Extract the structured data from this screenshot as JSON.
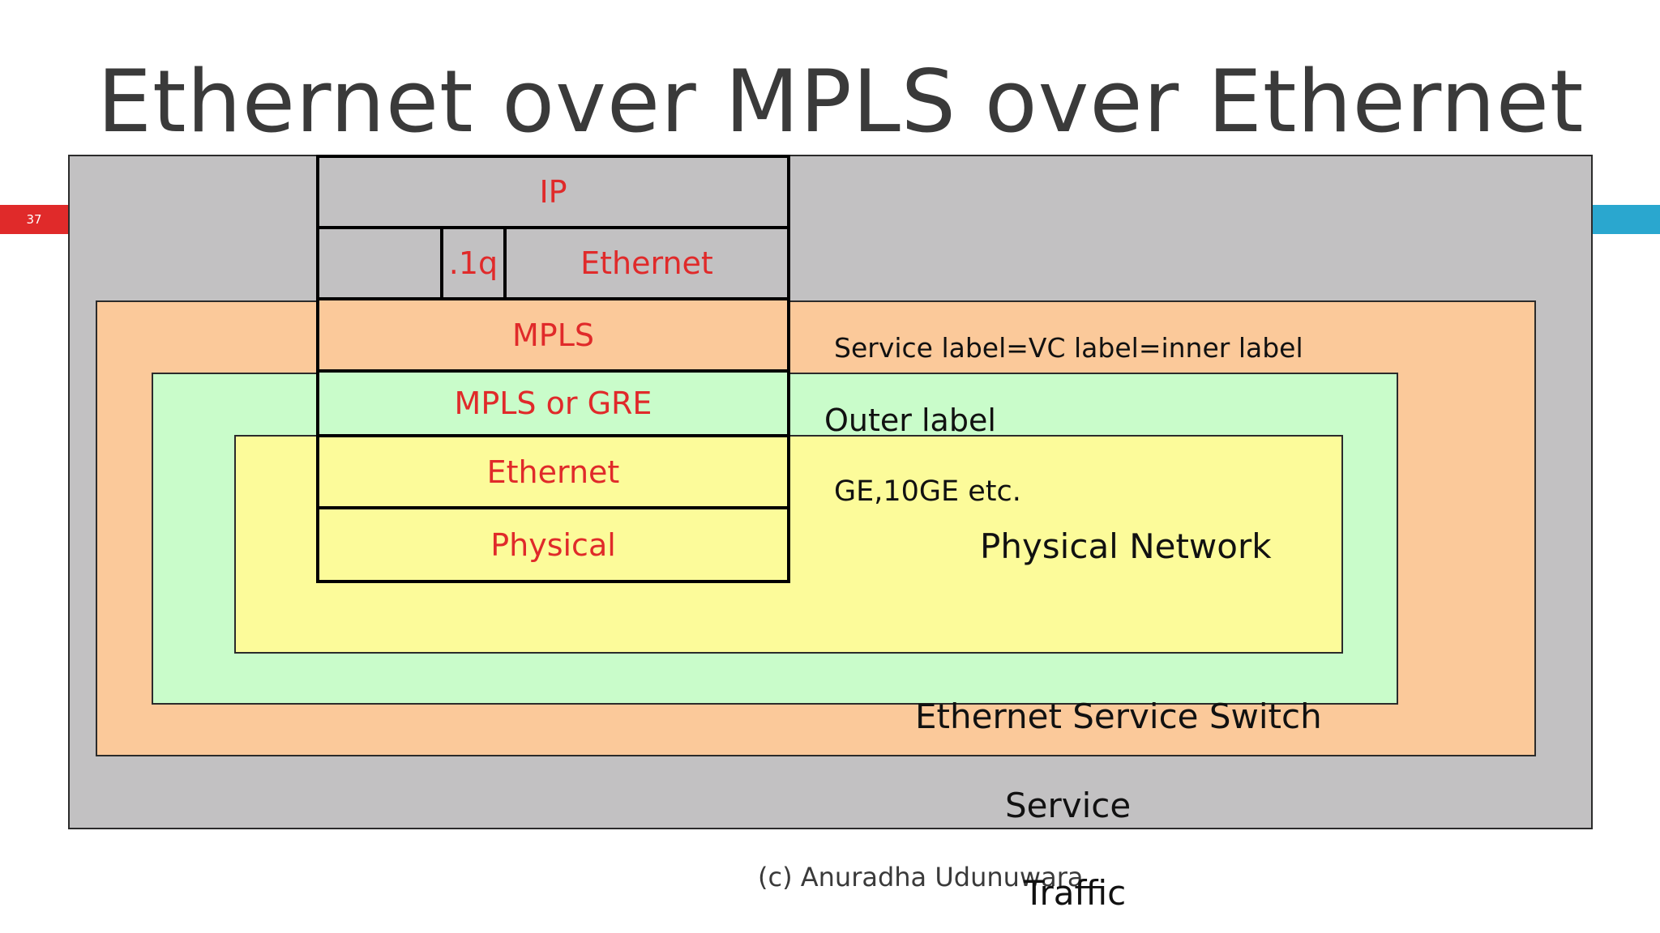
{
  "slide": {
    "title": "Ethernet over MPLS over Ethernet",
    "number": "37",
    "footer": "(c) Anuradha Udunuwara"
  },
  "stack": {
    "ip": "IP",
    "dot1q": ".1q",
    "ethernet_top": "Ethernet",
    "mpls": "MPLS",
    "mpls_or_gre": "MPLS or GRE",
    "ethernet": "Ethernet",
    "physical": "Physical"
  },
  "labels": {
    "service_label": "Service label=VC label=inner label",
    "outer_label": "Outer label",
    "ge": "GE,10GE etc.",
    "physical_network": "Physical Network",
    "ethernet_service_switch": "Ethernet Service Switch",
    "service": "Service",
    "traffic": "Traffic"
  },
  "colors": {
    "service": "#c2c1c2",
    "ethernet_service_switch": "#fbc99a",
    "outer": "#c9fcca",
    "physical": "#fcfb9a",
    "stack_text": "#e02a2a",
    "slide_number_bg": "#e02a2a",
    "right_accent": "#2aa7cf"
  }
}
